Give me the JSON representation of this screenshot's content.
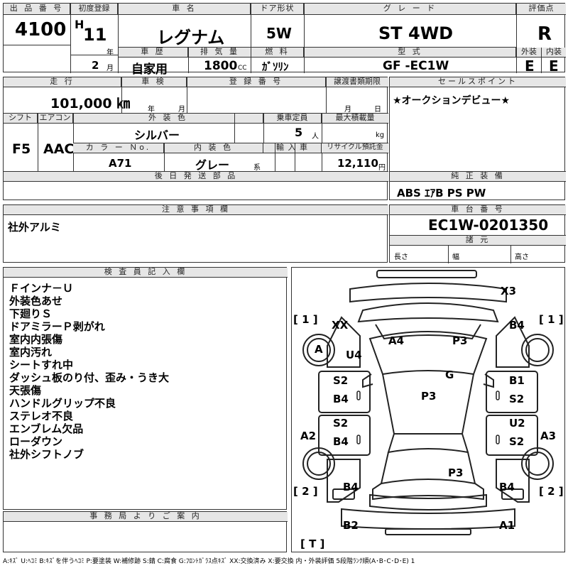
{
  "top": {
    "h_lot": "出 品 番 号",
    "lot": "4100",
    "h_first_reg": "初度登録",
    "era": "H",
    "year_num": "11",
    "year_unit": "年",
    "month_num": "2",
    "month_unit": "月",
    "h_name": "車 名",
    "name": "レグナム",
    "h_door": "ドア形状",
    "door": "5W",
    "h_grade": "グ レ ー ド",
    "grade": "ST 4WD",
    "h_score": "評価点",
    "score": "R",
    "h_history": "車 歴",
    "history": "自家用",
    "h_displacement": "排 気 量",
    "displacement": "1800",
    "cc": "CC",
    "h_fuel": "燃 料",
    "fuel": "ｶﾞｿﾘﾝ",
    "h_model": "型 式",
    "model": "GF -EC1W",
    "h_ext": "外装",
    "ext": "E",
    "h_int": "内装",
    "int": "E"
  },
  "mid": {
    "h_mileage": "走 行",
    "mileage": "101,000 ㎞",
    "h_inspection": "車 検",
    "insp_year": "年",
    "insp_month": "月",
    "h_regno": "登 録 番 号",
    "h_transfer": "譲渡書類期限",
    "tr_month": "月",
    "tr_day": "日",
    "h_shift": "シフト",
    "shift": "F5",
    "h_ac": "エアコン",
    "ac": "AAC",
    "h_exterior": "外 装 色",
    "exterior_color": "シルバー",
    "h_capacity": "乗車定員",
    "capacity": "5",
    "capacity_unit": "人",
    "h_load": "最大積載量",
    "load_unit": "kg",
    "h_colorno": "カ ラ ー Ｎo.",
    "color_no": "A71",
    "h_interior": "内 装 色",
    "interior_color": "グレー",
    "interior_suffix": "系",
    "h_import": "輸 入 車",
    "h_recycle": "リサイクル預託金",
    "recycle": "12,110",
    "recycle_unit": "円",
    "h_later": "後 日 発 送 部 品",
    "h_sales": "セールスポイント",
    "sales": "★オークションデビュー★",
    "h_equip": "純 正 装 備",
    "equip": "ABS ｴｱB PS PW"
  },
  "notes": {
    "h_caution": "注 意 事 項 欄",
    "caution": "社外アルミ",
    "h_chassis": "車 台 番 号",
    "chassis": "EC1W-0201350",
    "h_spec": "諸 元",
    "length": "長さ",
    "width": "幅",
    "height": "高さ"
  },
  "inspector": {
    "h_title": "検 査 員 記 入 欄",
    "items": [
      "Ｆインナ－Ｕ",
      "外装色あせ",
      "下廻りＳ",
      "ドアミラーＰ剥がれ",
      "室内内張傷",
      "室内汚れ",
      "シートすれ中",
      "ダッシュ板のり付、歪み・うき大",
      "天張傷",
      "ハンドルグリップ不良",
      "ステレオ不良",
      "エンブレム欠品",
      "ローダウン",
      "社外シフトノブ"
    ]
  },
  "office": {
    "h_title": "事 務 局 よ り ご 案 内"
  },
  "diagram": {
    "x3": "X3",
    "b1": "[ 1 ]",
    "b1r": "[ 1 ]",
    "xx": "XX",
    "b4tr": "B4",
    "a": "A",
    "u4": "U4",
    "a4": "A4",
    "p3a": "P3",
    "g": "G",
    "s2a": "S2",
    "b4a": "B4",
    "p3b": "P3",
    "b1b": "B1",
    "s2b": "S2",
    "s2c": "S2",
    "b4b": "B4",
    "u2": "U2",
    "s2d": "S2",
    "a2": "A2",
    "a3": "A3",
    "p3c": "P3",
    "b2l": "[ 2 ]",
    "b2r": "[ 2 ]",
    "b4c": "B4",
    "b4d": "B4",
    "b2": "B2",
    "a1": "A1",
    "t": "[ T ]"
  },
  "legend": "A:ｷｽﾞ U:ﾍｺﾐ B:ｷｽﾞを伴うﾍｺﾐ P:要塗装 W:補修跡 S:錆 C:腐食 G:ﾌﾛﾝﾄｶﾞﾗｽ点ｷｽﾞ XX:交換済み X:要交換 内・外装評価 5段階ﾗﾝｸ順(A･B･C･D･E) 1"
}
